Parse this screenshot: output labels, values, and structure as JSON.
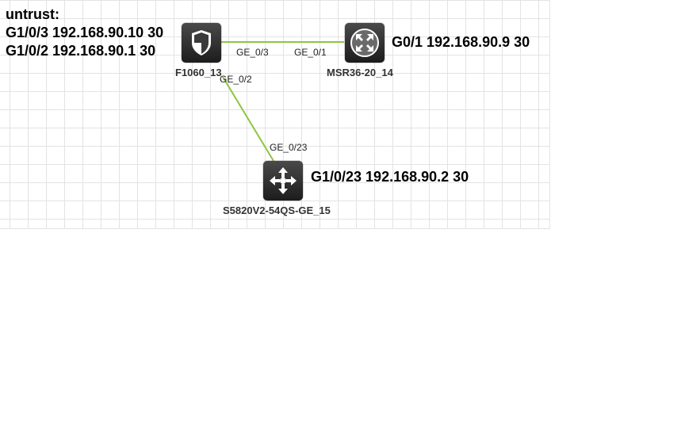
{
  "devices": {
    "firewall": {
      "name": "F1060_13",
      "icon": "firewall-shield-icon"
    },
    "router": {
      "name": "MSR36-20_14",
      "icon": "router-icon"
    },
    "switch": {
      "name": "S5820V2-54QS-GE_15",
      "icon": "l3-switch-icon"
    }
  },
  "links": [
    {
      "from_port": "GE_0/3",
      "to_port": "GE_0/1",
      "color": "#8cc63f"
    },
    {
      "from_port": "GE_0/2",
      "to_port": "GE_0/23",
      "color": "#8cc63f"
    }
  ],
  "annotations": {
    "firewall_zone": "untrust:",
    "firewall_if1": "G1/0/3 192.168.90.10 30",
    "firewall_if2": "G1/0/2 192.168.90.1 30",
    "router_if": "G0/1 192.168.90.9 30",
    "switch_if": "G1/0/23 192.168.90.2 30"
  }
}
